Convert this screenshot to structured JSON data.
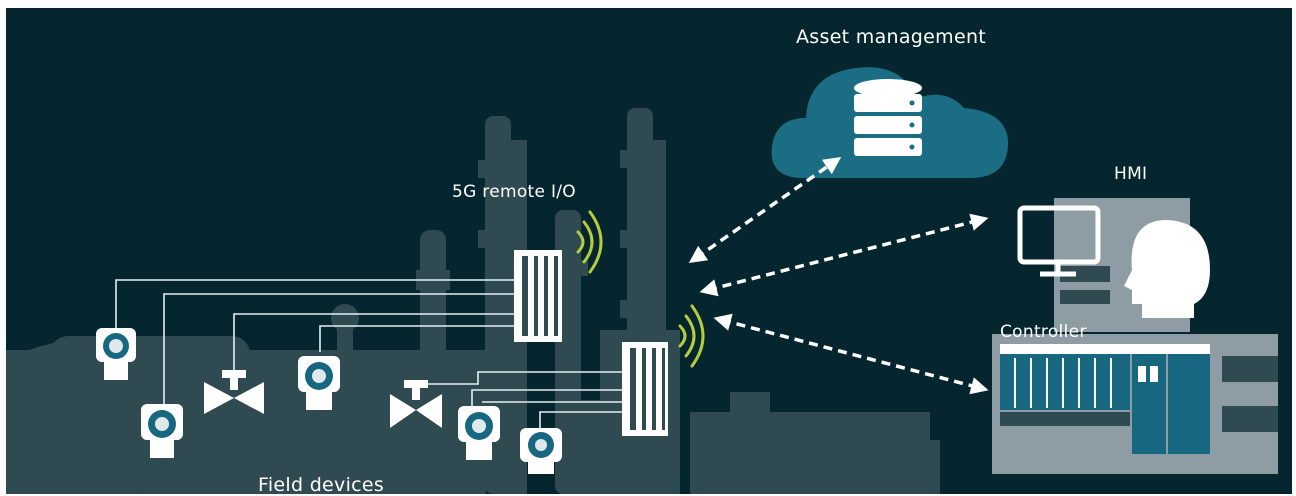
{
  "labels": {
    "asset_management": "Asset management",
    "remote_io": "5G remote I/O",
    "hmi": "HMI",
    "controller": "Controller",
    "field_devices": "Field devices"
  },
  "colors": {
    "background": "#05262e",
    "plant_silhouette": "#2f4a51",
    "cloud": "#1b6d84",
    "wireless": "#b6cc3e",
    "equipment_panel": "#8d9da3",
    "controller_module": "#186780",
    "device_white": "#ffffff"
  },
  "icons": {
    "database": "database-icon",
    "monitor": "monitor-icon",
    "operator": "operator-head-icon",
    "valve": "valve-icon",
    "transmitter": "transmitter-icon",
    "wireless": "wireless-signal-icon"
  }
}
